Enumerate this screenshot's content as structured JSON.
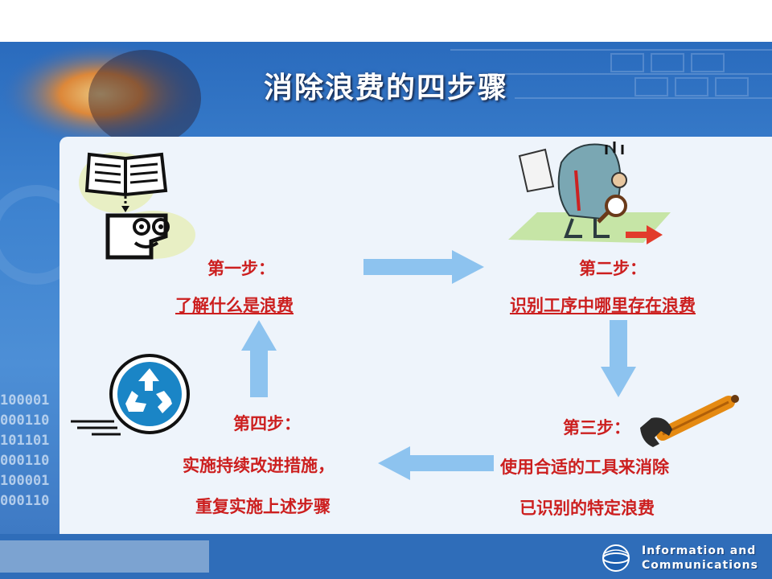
{
  "slide": {
    "title": "消除浪费的四步骤",
    "binary_lines": [
      "100001",
      "000110",
      "101101",
      "000110",
      "100001",
      "000110"
    ],
    "steps": {
      "step1": {
        "title": "第一步：",
        "text": "了解什么是浪费"
      },
      "step2": {
        "title": "第二步：",
        "text": "识别工序中哪里存在浪费"
      },
      "step3": {
        "title": "第三步：",
        "line1": "使用合适的工具来消除",
        "line2": "已识别的特定浪费"
      },
      "step4": {
        "title": "第四步：",
        "line1": "实施持续改进措施，",
        "line2": "重复实施上述步骤"
      }
    },
    "footer": {
      "line1": "Information and",
      "line2": "Communications"
    },
    "colors": {
      "step_text": "#cc1f1f",
      "arrow": "#8dc3ef",
      "panel": "#eef4fb",
      "background": "#3d82cf"
    }
  }
}
